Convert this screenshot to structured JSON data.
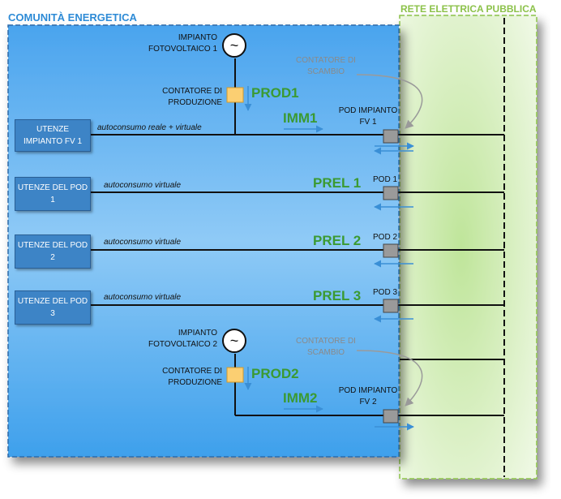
{
  "regions": {
    "comunita": "COMUNITÀ ENERGETICA",
    "rete": "RETE ELETTRICA PUBBLICA"
  },
  "generators": [
    {
      "label": "IMPIANTO\nFOTOVOLTAICO 1",
      "symbol": "~"
    },
    {
      "label": "IMPIANTO\nFOTOVOLTAICO 2",
      "symbol": "~"
    }
  ],
  "production_meters": [
    {
      "label": "CONTATORE DI\nPRODUZIONE",
      "flow": "PROD1"
    },
    {
      "label": "CONTATORE DI\nPRODUZIONE",
      "flow": "PROD2"
    }
  ],
  "exchange_meters": [
    {
      "label": "CONTATORE DI\nSCAMBIO"
    },
    {
      "label": "CONTATORE DI\nSCAMBIO"
    }
  ],
  "users": [
    {
      "label": "UTENZE\nIMPIANTO FV 1",
      "line_label": "autoconsumo reale + virtuale",
      "flow": "IMM1",
      "pod": "POD IMPIANTO\nFV 1"
    },
    {
      "label": "UTENZE DEL POD\n1",
      "line_label": "autoconsumo virtuale",
      "flow": "PREL 1",
      "pod": "POD 1"
    },
    {
      "label": "UTENZE DEL POD\n2",
      "line_label": "autoconsumo virtuale",
      "flow": "PREL 2",
      "pod": "POD 2"
    },
    {
      "label": "UTENZE DEL POD\n3",
      "line_label": "autoconsumo virtuale",
      "flow": "PREL 3",
      "pod": "POD 3"
    }
  ],
  "fv2": {
    "flow": "IMM2",
    "pod": "POD IMPIANTO\nFV 2"
  },
  "colors": {
    "comunita_fill": "#5aaef0",
    "rete_fill": "#dff2cc",
    "user_box": "#3d84c6",
    "flow_label": "#3b9a32",
    "meter": "#fbcf72",
    "pod": "#9a9a9a",
    "arrow": "#3a8fd6"
  }
}
